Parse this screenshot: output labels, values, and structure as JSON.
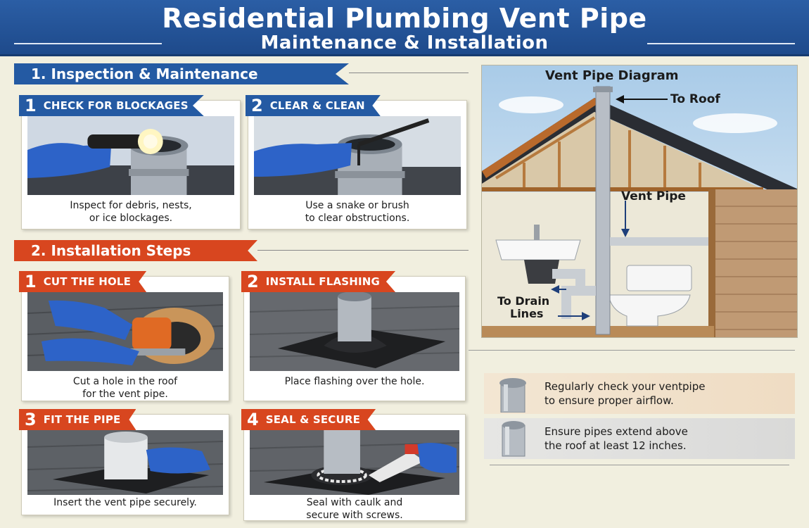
{
  "header": {
    "title": "Residential Plumbing Vent Pipe",
    "subtitle": "Maintenance & Installation"
  },
  "section1": {
    "title": "1. Inspection & Maintenance",
    "steps": [
      {
        "number": "1",
        "label": "CHECK FOR BLOCKAGES",
        "caption": [
          "Inspect for debris, nests,",
          "or ice blockages."
        ]
      },
      {
        "number": "2",
        "label": "CLEAR & CLEAN",
        "caption": [
          "Use a snake or brush",
          "to clear obstructions."
        ]
      }
    ]
  },
  "section2": {
    "title": "2. Installation Steps",
    "steps": [
      {
        "number": "1",
        "label": "CUT THE HOLE",
        "caption": [
          "Cut a hole in the roof",
          "for the vent pipe."
        ]
      },
      {
        "number": "2",
        "label": "INSTALL FLASHING",
        "caption": [
          "Place flashing over the hole.",
          ""
        ]
      },
      {
        "number": "3",
        "label": "FIT THE PIPE",
        "caption": [
          "Insert the vent pipe securely.",
          ""
        ]
      },
      {
        "number": "4",
        "label": "SEAL & SECURE",
        "caption": [
          "Seal with caulk and",
          "secure with screws."
        ]
      }
    ]
  },
  "diagram": {
    "title": "Vent Pipe Diagram",
    "labels": {
      "to_roof": "To Roof",
      "vent_pipe": "Vent Pipe",
      "to_drain_1": "To Drain",
      "to_drain_2": "Lines"
    }
  },
  "tips": [
    {
      "lines": [
        "Regularly check your ventpipe",
        "to ensure proper airflow."
      ]
    },
    {
      "lines": [
        "Ensure pipes extend above",
        "the roof at least 12 inches."
      ]
    }
  ],
  "colors": {
    "header_blue": "#245aa3",
    "accent_red": "#d8461f",
    "background": "#f1efdf",
    "glove_blue": "#2d63c8"
  }
}
